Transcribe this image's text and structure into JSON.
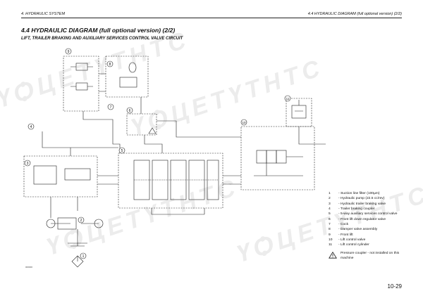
{
  "header": {
    "left": "4.   HYDRAULIC SYSTEM",
    "right": "4.4 HYDRAULIC DIAGRAM (full optional version) (2/2)"
  },
  "title": "4.4 HYDRAULIC DIAGRAM (full optional version) (2/2)",
  "subtitle": "LIFT, TRAILER BRAKING AND AUXILIARY SERVICES CONTROL VALVE CIRCUIT",
  "legend": [
    {
      "num": "1",
      "text": "-   Suction line filter (100µm)"
    },
    {
      "num": "2",
      "text": "-   Hydraulic pump (22.5 cc/rev)"
    },
    {
      "num": "3",
      "text": "-   Hydraulic trailer braking valve"
    },
    {
      "num": "4",
      "text": "-   Trailer braking coupler"
    },
    {
      "num": "5",
      "text": "-   5-way auxiliary services control valve"
    },
    {
      "num": "6",
      "text": "-   Front lift down regulator valve"
    },
    {
      "num": "7",
      "text": "-   Cock"
    },
    {
      "num": "8",
      "text": "-   Damper valve assembly"
    },
    {
      "num": "9",
      "text": "-   Front lift"
    },
    {
      "num": "10",
      "text": "-   Lift control valve"
    },
    {
      "num": "11",
      "text": "-   Lift control cylinder"
    }
  ],
  "note": "Pressure coupler - not installed on this machine",
  "page_number": "10-29",
  "callouts": [
    "1",
    "2",
    "3",
    "4",
    "5",
    "6",
    "7",
    "8",
    "9",
    "10",
    "11"
  ],
  "figure_code": "000000",
  "watermark": "ҮѺЦЕТҮТНТС",
  "icons": {
    "warning": "warning-triangle-icon"
  }
}
